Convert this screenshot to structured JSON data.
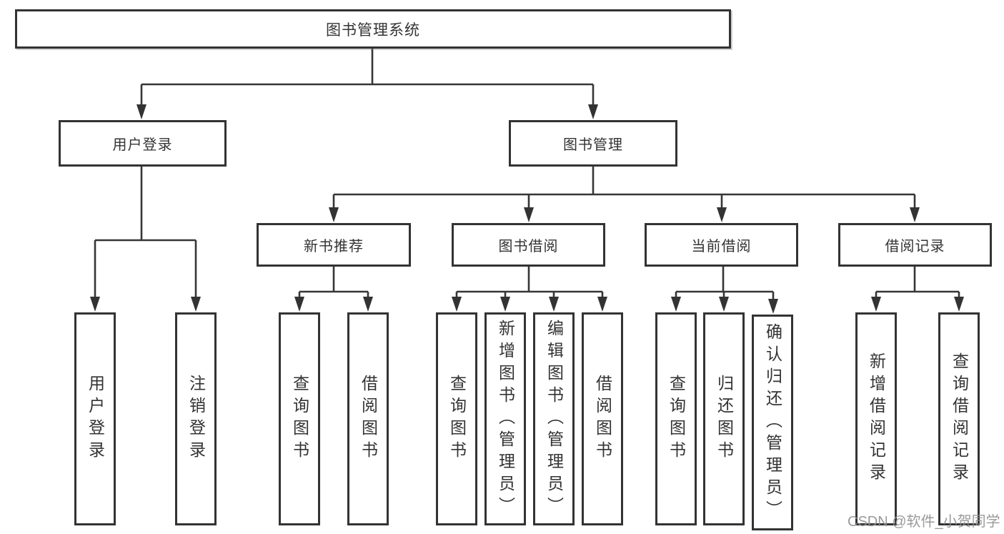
{
  "diagram": {
    "tree": {
      "root": {
        "label": "图书管理系统"
      },
      "level2": [
        {
          "label": "用户登录",
          "children": [
            {
              "label": "用户登录"
            },
            {
              "label": "注销登录"
            }
          ]
        },
        {
          "label": "图书管理",
          "children": [
            {
              "label": "新书推荐",
              "children": [
                {
                  "label": "查询图书"
                },
                {
                  "label": "借阅图书"
                }
              ]
            },
            {
              "label": "图书借阅",
              "children": [
                {
                  "label": "查询图书"
                },
                {
                  "label": "新增图书（管理员）"
                },
                {
                  "label": "编辑图书（管理员）"
                },
                {
                  "label": "借阅图书"
                }
              ]
            },
            {
              "label": "当前借阅",
              "children": [
                {
                  "label": "查询图书"
                },
                {
                  "label": "归还图书"
                },
                {
                  "label": "确认归还（管理员）"
                }
              ]
            },
            {
              "label": "借阅记录",
              "children": [
                {
                  "label": "新增借阅记录"
                },
                {
                  "label": "查询借阅记录"
                }
              ]
            }
          ]
        }
      ]
    },
    "watermark": {
      "text": "CSDN @软件_小贺同学"
    },
    "colors": {
      "line": "#363636",
      "box_border": "#333333",
      "text": "#333333",
      "background": "#ffffff",
      "watermark": "#919191"
    }
  }
}
